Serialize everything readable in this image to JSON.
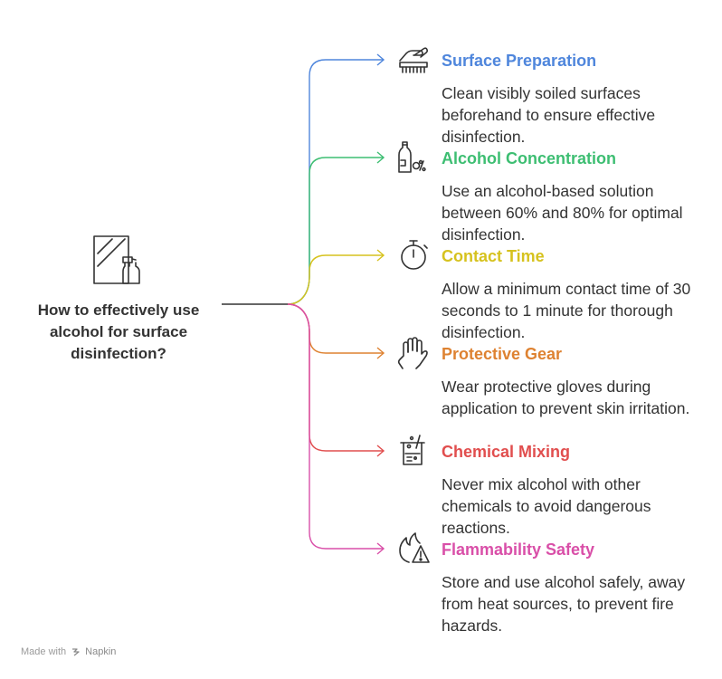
{
  "central": {
    "title": "How to effectively use alcohol for surface disinfection?",
    "icon": "spray-cleaning-icon"
  },
  "items": [
    {
      "title": "Surface Preparation",
      "description": "Clean visibly soiled surfaces beforehand to ensure effective disinfection.",
      "color": "#4F86DC",
      "icon": "hand-brush-icon"
    },
    {
      "title": "Alcohol Concentration",
      "description": "Use an alcohol-based solution between 60% and 80% for optimal disinfection.",
      "color": "#3DBE72",
      "icon": "bottle-percent-icon"
    },
    {
      "title": "Contact Time",
      "description": "Allow a minimum contact time of 30 seconds to 1 minute for thorough disinfection.",
      "color": "#D6C21E",
      "icon": "stopwatch-icon"
    },
    {
      "title": "Protective Gear",
      "description": "Wear protective gloves during application to prevent skin irritation.",
      "color": "#DE8231",
      "icon": "glove-icon"
    },
    {
      "title": "Chemical Mixing",
      "description": "Never mix alcohol with other chemicals to avoid dangerous reactions.",
      "color": "#E14E4E",
      "icon": "beaker-icon"
    },
    {
      "title": "Flammability Safety",
      "description": "Store and use alcohol safely, away from heat sources, to prevent fire hazards.",
      "color": "#D94FA8",
      "icon": "fire-warning-icon"
    }
  ],
  "footer": {
    "prefix": "Made with",
    "brand": "Napkin",
    "icon": "napkin-logo-icon"
  }
}
